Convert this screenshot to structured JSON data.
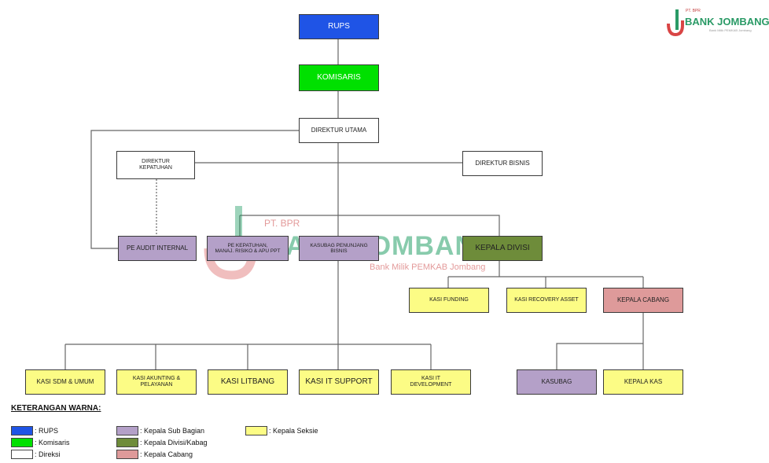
{
  "colors": {
    "rups": "#1f54e6",
    "komisaris": "#00e000",
    "direksi": "#ffffff",
    "kepala_sub_bagian": "#b4a0c8",
    "kepala_divisi_kabag": "#6e8c3a",
    "kepala_cabang": "#de9a9a",
    "kepala_seksie": "#fcfc85"
  },
  "logo": {
    "small": "PT. BPR",
    "name": "BANK JOMBANG",
    "tagline": "Bank Milik PEMKAB Jombang",
    "icon": "bank-jombang-logo-icon"
  },
  "watermark": {
    "sub": "PT. BPR",
    "name": "BANK JOMBANG",
    "tagline": "Bank Milik PEMKAB Jombang"
  },
  "nodes": {
    "rups": "RUPS",
    "komisaris": "KOMISARIS",
    "direktur_utama": "DIREKTUR UTAMA",
    "direktur_kepatuhan": "DIREKTUR\nKEPATUHAN",
    "direktur_bisnis": "DIREKTUR BISNIS",
    "pe_audit_internal": "PE AUDIT INTERNAL",
    "pe_kepatuhan": "PE KEPATUHAN,\nMANAJ. RISIKO & APU PPT",
    "pe_penunjang": "KASUBAG PENUNJANG\nBISNIS",
    "kepala_divisi": "KEPALA DIVISI",
    "kasi_funding": "KASI FUNDING",
    "kasi_recovery": "KASI RECOVERY ASSET",
    "kepala_cabang": "KEPALA CABANG",
    "kasi_sdm": "KASI SDM & UMUM",
    "kasi_akunting": "KASI AKUNTING &\nPELAYANAN",
    "kasi_litbang": "KASI LITBANG",
    "kasi_it_support": "KASI IT SUPPORT",
    "kasi_it_dev": "KASI IT\nDEVELOPMENT",
    "kasubag": "KASUBAG",
    "kepala_kas": "KEPALA KAS"
  },
  "legend": {
    "title": "KETERANGAN WARNA:",
    "items": [
      ": RUPS",
      ": Komisaris",
      ": Direksi",
      ": Kepala Sub Bagian",
      ": Kepala Divisi/Kabag",
      ": Kepala Cabang",
      ": Kepala Seksie"
    ]
  }
}
